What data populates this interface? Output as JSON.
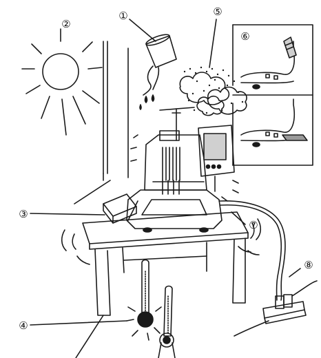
{
  "callouts": {
    "c1": "①",
    "c2": "②",
    "c3": "③",
    "c4": "④",
    "c5": "⑤",
    "c6": "⑥",
    "c7": "⑦",
    "c8": "⑧"
  },
  "colors": {
    "ink": "#1a1a1a",
    "background": "#ffffff",
    "screen": "#d0d0d0",
    "shade": "#9a9a9a"
  }
}
